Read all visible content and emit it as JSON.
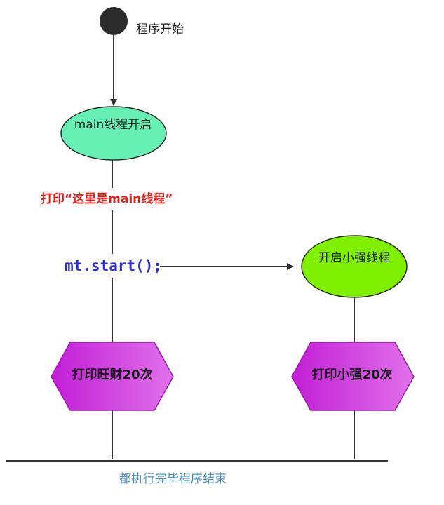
{
  "diagram": {
    "start_label": "程序开始",
    "main_thread_start": "main线程开启",
    "print_main": "打印“这里是main线程”",
    "mt_start_call": "mt.start();",
    "xiaoqiang_thread_start": "开启小强线程",
    "print_wangcai": "打印旺财20次",
    "print_xiaoqiang": "打印小强20次",
    "end_label": "都执行完毕程序结束"
  },
  "colors": {
    "start_node": "#2b2b2b",
    "main_ellipse_fill": "#66f0b4",
    "xiaoqiang_ellipse_fill": "#7ff000",
    "hexagon_fill": "#d040dc",
    "print_main_text": "#e0201a",
    "mt_start_text": "#2c2ccf",
    "end_text": "#4a8fc8",
    "line": "#333333"
  }
}
